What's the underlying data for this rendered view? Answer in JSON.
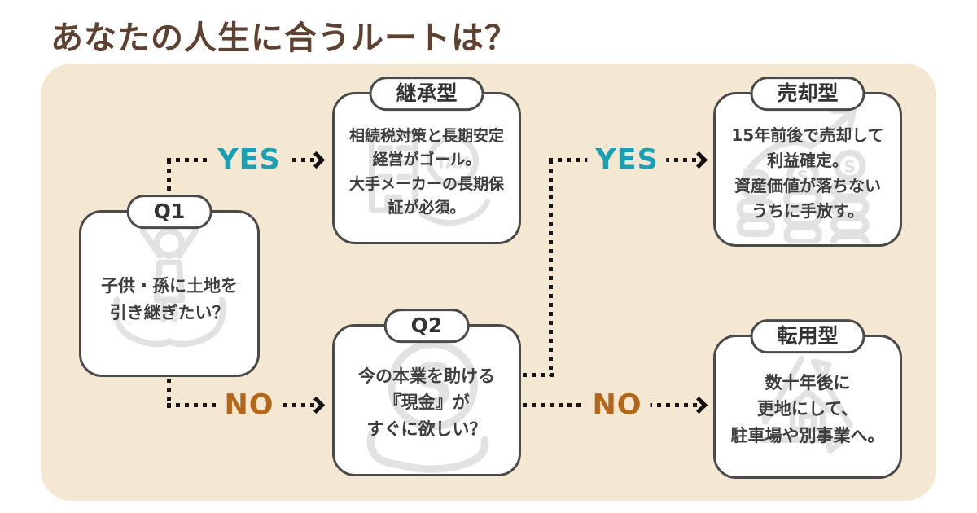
{
  "page": {
    "title": "あなたの人生に合うルートは？"
  },
  "colors": {
    "background": "#ffffff",
    "panel_bg": "#f5e8d2",
    "title_text": "#5e4130",
    "node_border": "#4a4a4a",
    "node_bg": "#ffffff",
    "node_text": "#3e3e3e",
    "yes_label": "#1a9fb4",
    "no_label": "#b4671b",
    "arrow": "#161616",
    "icon_stroke": "#e2e2e2"
  },
  "flowchart": {
    "nodes": {
      "q1": {
        "label": "Q1",
        "text": "子供・孫に土地を\n引き継ぎたい？",
        "icon": "family-care-icon"
      },
      "inheritance": {
        "label": "継承型",
        "text": "相続税対策と長期安定\n経営がゴール。\n大手メーカーの長期保\n証が必須。",
        "icon": "building-tax-icon"
      },
      "q2": {
        "label": "Q2",
        "text": "今の本業を助ける\n『現金』が\nすぐに欲しい？",
        "icon": "cash-hand-icon"
      },
      "sale": {
        "label": "売却型",
        "text": "15年前後で売却して\n利益確定。\n資産価値が落ちない\nうちに手放す。",
        "icon": "coins-growth-icon"
      },
      "conversion": {
        "label": "転用型",
        "text": "数十年後に\n更地にして、\n駐車場や別事業へ。",
        "icon": "recycle-house-icon"
      }
    },
    "edges": {
      "q1_yes": "YES",
      "q1_no": "NO",
      "q2_yes": "YES",
      "q2_no": "NO"
    }
  }
}
